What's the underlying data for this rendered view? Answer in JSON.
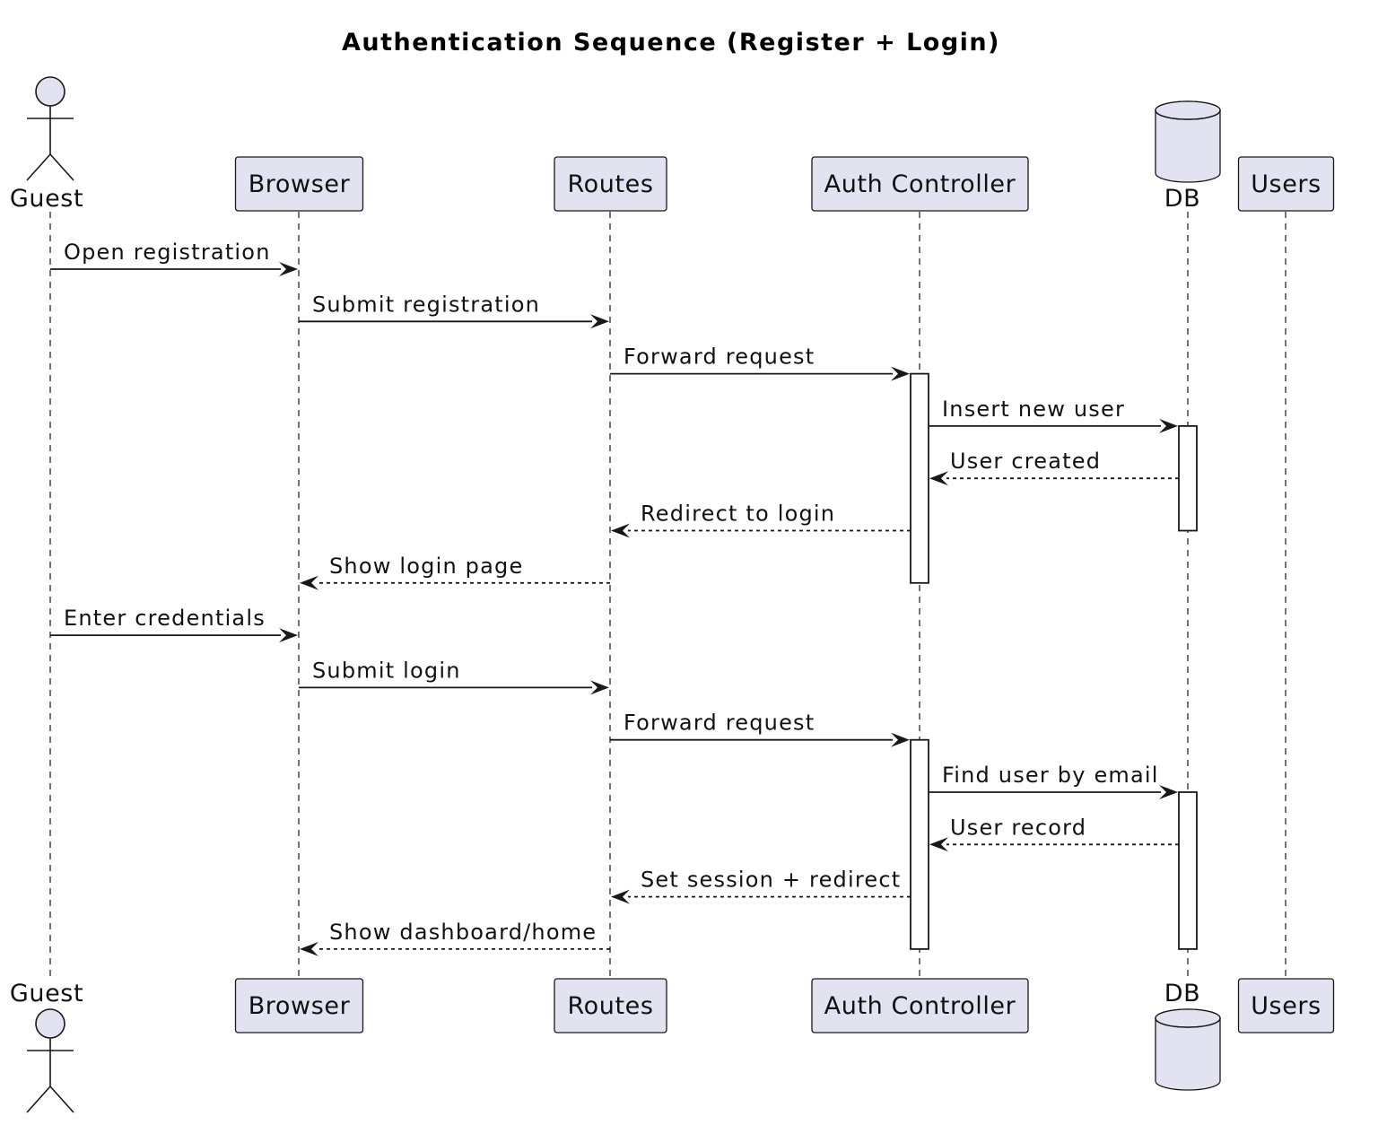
{
  "title": "Authentication Sequence (Register + Login)",
  "colors": {
    "participant_fill": "#e2e2f0",
    "line": "#181818",
    "activation_fill": "#ffffff",
    "background": "#ffffff"
  },
  "participants": [
    {
      "id": "guest",
      "label": "Guest",
      "kind": "actor"
    },
    {
      "id": "browser",
      "label": "Browser",
      "kind": "box"
    },
    {
      "id": "routes",
      "label": "Routes",
      "kind": "box"
    },
    {
      "id": "auth",
      "label": "Auth Controller",
      "kind": "box"
    },
    {
      "id": "db",
      "label": "DB",
      "kind": "database"
    },
    {
      "id": "users",
      "label": "Users",
      "kind": "box"
    }
  ],
  "messages": [
    {
      "from": "guest",
      "to": "browser",
      "label": "Open registration",
      "style": "solid"
    },
    {
      "from": "browser",
      "to": "routes",
      "label": "Submit registration",
      "style": "solid"
    },
    {
      "from": "routes",
      "to": "auth",
      "label": "Forward request",
      "style": "solid"
    },
    {
      "from": "auth",
      "to": "db",
      "label": "Insert new user",
      "style": "solid"
    },
    {
      "from": "db",
      "to": "auth",
      "label": "User created",
      "style": "dashed"
    },
    {
      "from": "auth",
      "to": "routes",
      "label": "Redirect to login",
      "style": "dashed"
    },
    {
      "from": "routes",
      "to": "browser",
      "label": "Show login page",
      "style": "dashed"
    },
    {
      "from": "guest",
      "to": "browser",
      "label": "Enter credentials",
      "style": "solid"
    },
    {
      "from": "browser",
      "to": "routes",
      "label": "Submit login",
      "style": "solid"
    },
    {
      "from": "routes",
      "to": "auth",
      "label": "Forward request",
      "style": "solid"
    },
    {
      "from": "auth",
      "to": "db",
      "label": "Find user by email",
      "style": "solid"
    },
    {
      "from": "db",
      "to": "auth",
      "label": "User record",
      "style": "dashed"
    },
    {
      "from": "auth",
      "to": "routes",
      "label": "Set session + redirect",
      "style": "dashed"
    },
    {
      "from": "routes",
      "to": "browser",
      "label": "Show dashboard/home",
      "style": "dashed"
    }
  ],
  "activations": [
    {
      "participant": "auth",
      "from_message": 3,
      "to_message": 7
    },
    {
      "participant": "db",
      "from_message": 4,
      "to_message": 6
    },
    {
      "participant": "auth",
      "from_message": 10,
      "to_message": 14
    },
    {
      "participant": "db",
      "from_message": 11,
      "to_message": 14
    }
  ]
}
